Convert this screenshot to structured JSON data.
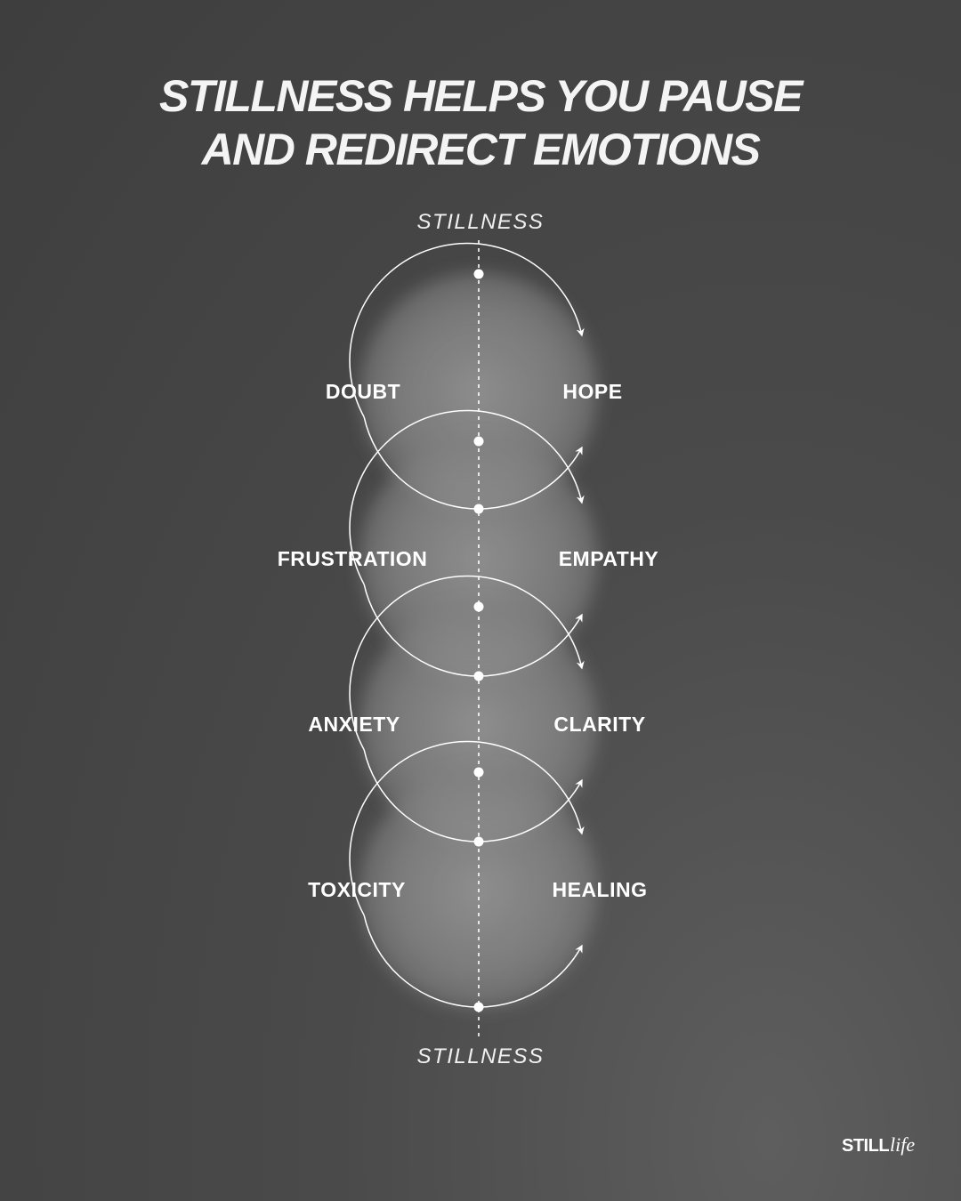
{
  "title": {
    "line1": "STILLNESS HELPS YOU PAUSE",
    "line2": "AND REDIRECT EMOTIONS"
  },
  "axis": {
    "top_label": "STILLNESS",
    "bottom_label": "STILLNESS"
  },
  "pairs": [
    {
      "from": "DOUBT",
      "to": "HOPE"
    },
    {
      "from": "FRUSTRATION",
      "to": "EMPATHY"
    },
    {
      "from": "ANXIETY",
      "to": "CLARITY"
    },
    {
      "from": "TOXICITY",
      "to": "HEALING"
    }
  ],
  "logo": {
    "primary": "STILL",
    "secondary": "life"
  },
  "colors": {
    "background": "#474747",
    "stroke": "#ffffff",
    "text": "#ffffff"
  }
}
